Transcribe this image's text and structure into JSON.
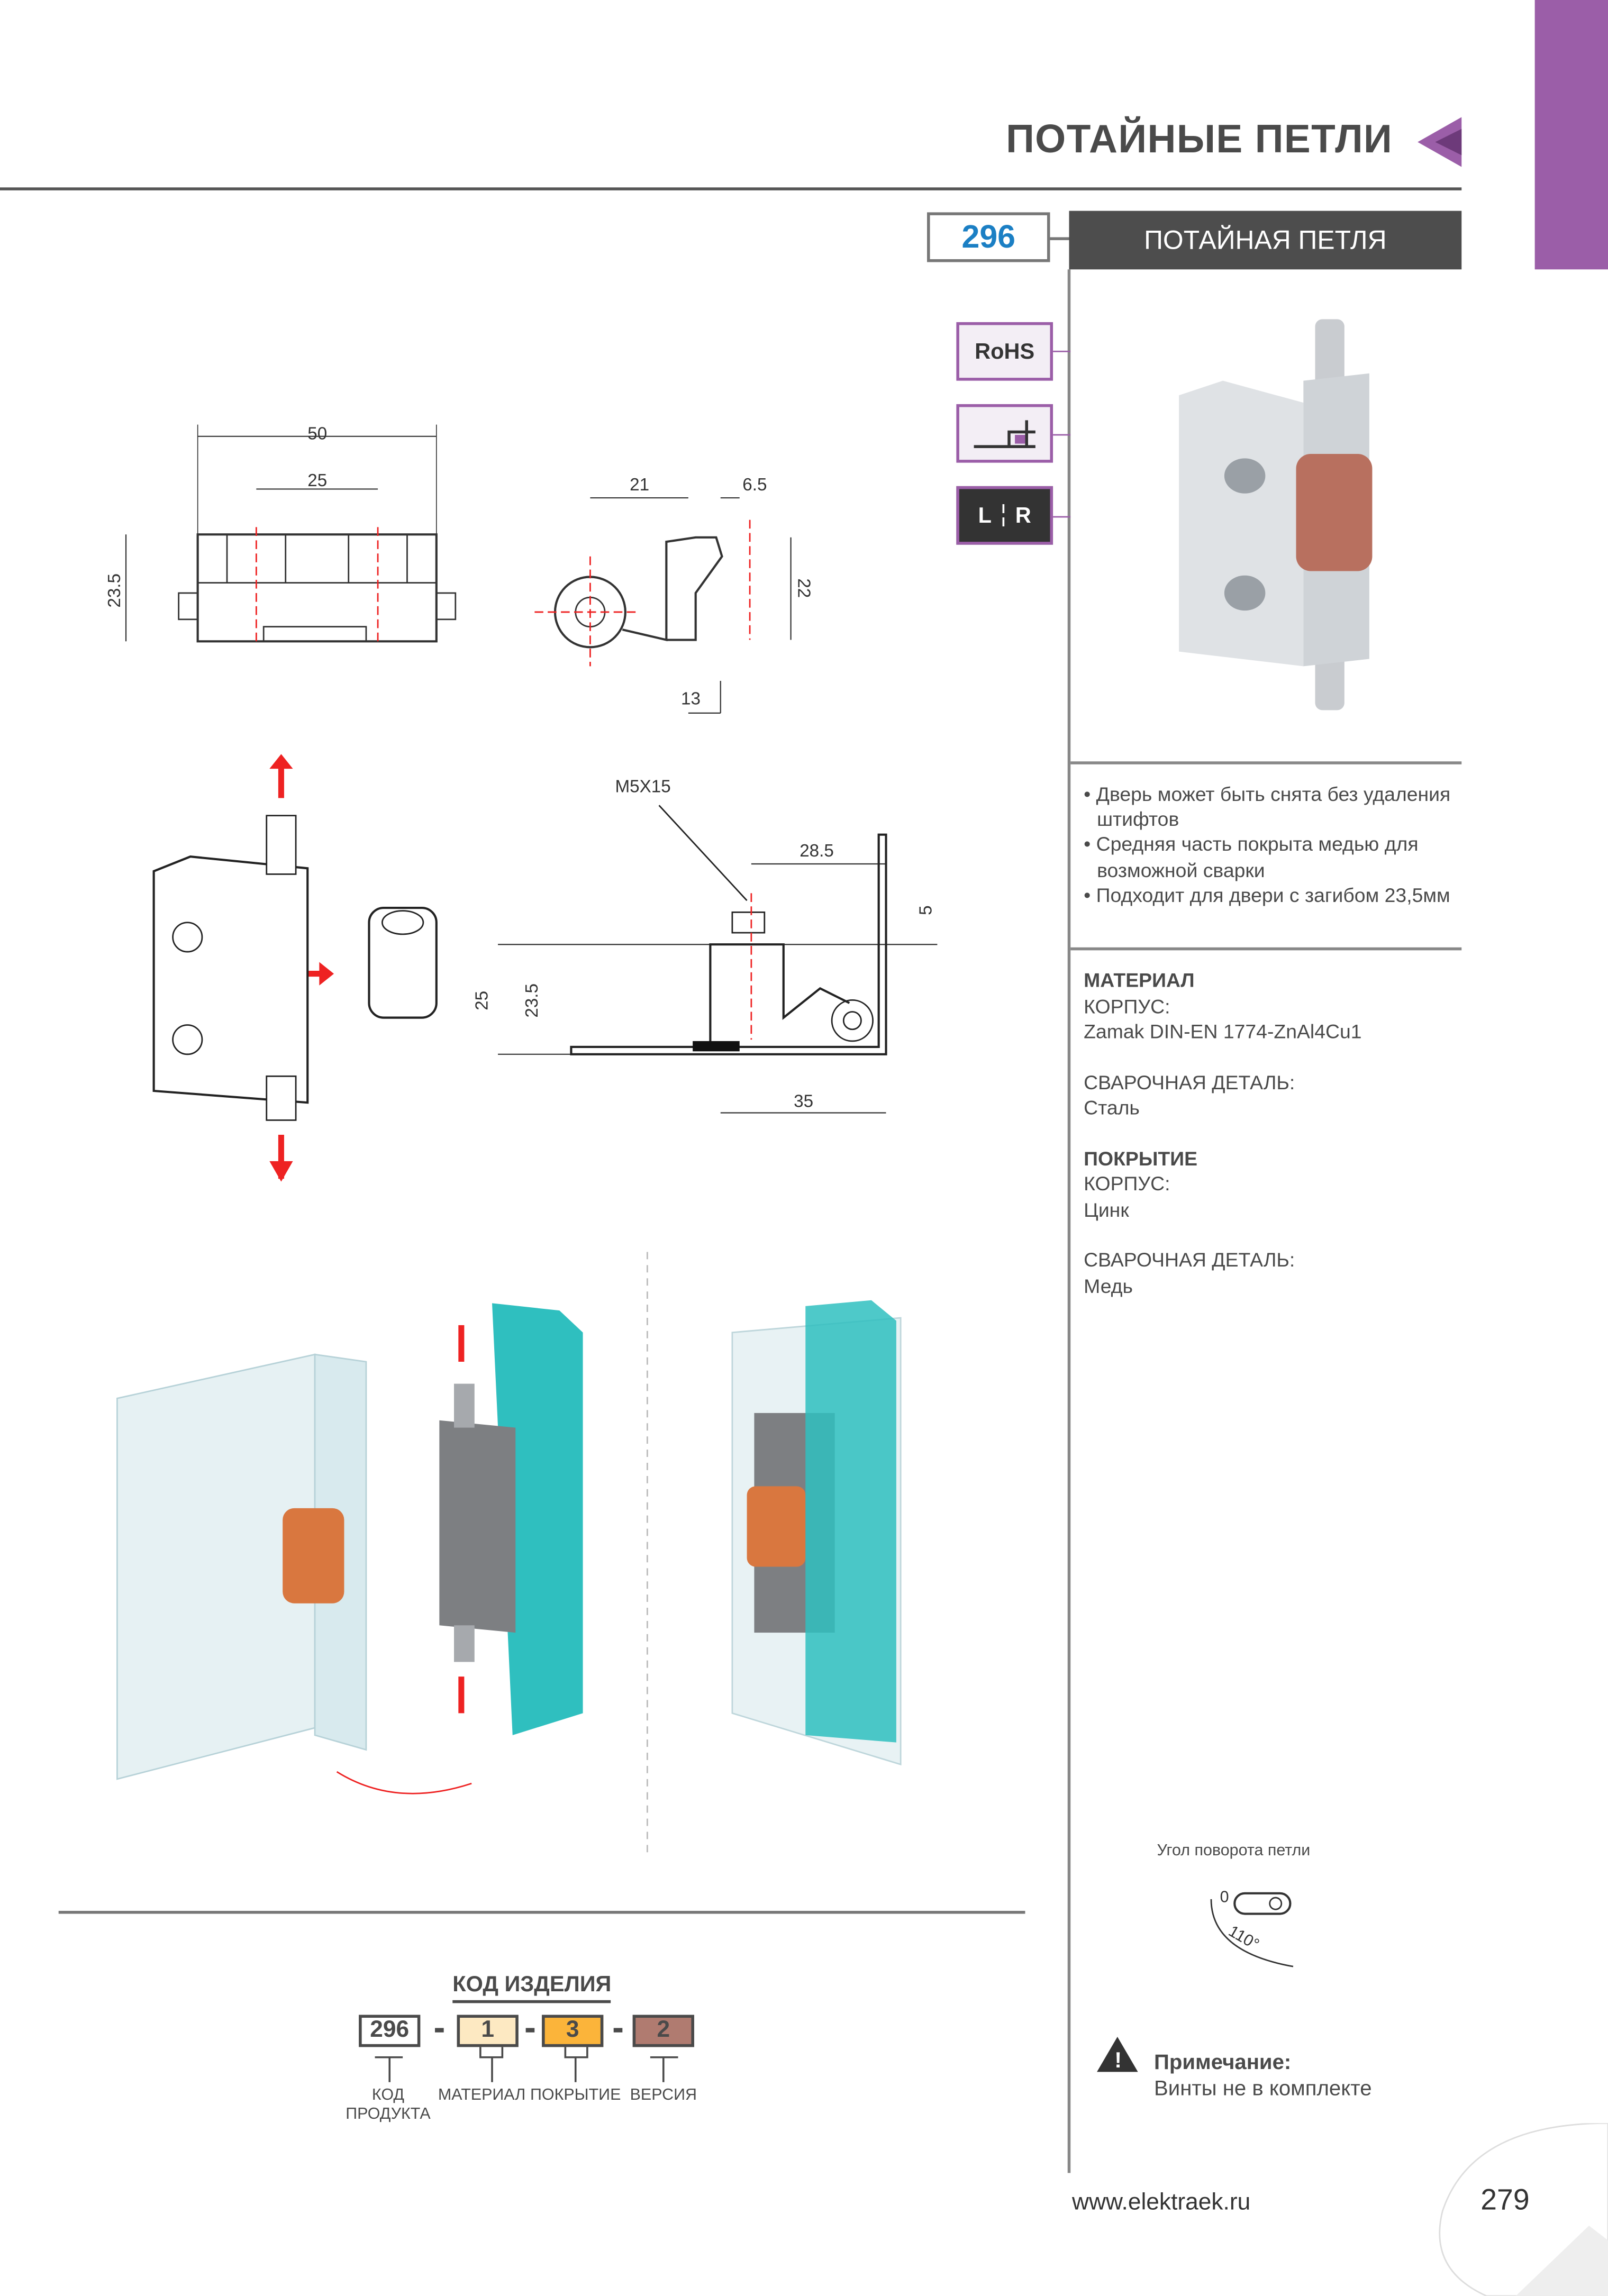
{
  "header": {
    "section_title": "ПОТАЙНЫЕ ПЕТЛИ",
    "accent_color": "#9b5ea8"
  },
  "product": {
    "code": "296",
    "name": "ПОТАЙНАЯ ПЕТЛЯ"
  },
  "badges": {
    "rohs": "RoHS",
    "lr_left": "L",
    "lr_right": "R"
  },
  "drawing": {
    "dims_front": [
      "50",
      "25",
      "23.5"
    ],
    "dims_side": [
      "21",
      "6.5",
      "22",
      "13"
    ],
    "dims_install": [
      "M5X15",
      "28.5",
      "5",
      "25",
      "23.5",
      "35"
    ]
  },
  "features": [
    "• Дверь может быть снята без удаления штифтов",
    "• Средняя часть покрыта медью для возможной сварки",
    "• Подходит для двери с загибом 23,5мм"
  ],
  "specs": {
    "material_heading": "МАТЕРИАЛ",
    "body_label": "КОРПУС:",
    "body_material": "Zamak DIN-EN 1774-ZnAl4Cu1",
    "weld_label": "СВАРОЧНАЯ ДЕТАЛЬ:",
    "weld_material": "Сталь",
    "coating_heading": "ПОКРЫТИЕ",
    "body_coating_label": "КОРПУС:",
    "body_coating": "Цинк",
    "weld_coating_label": "СВАРОЧНАЯ ДЕТАЛЬ:",
    "weld_coating": "Медь"
  },
  "rotation": {
    "caption": "Угол поворота петли",
    "zero": "0",
    "angle": "110°"
  },
  "note": {
    "title": "Примечание:",
    "text": "Винты не в комплекте"
  },
  "product_code": {
    "title": "КОД ИЗДЕЛИЯ",
    "parts": [
      {
        "value": "296",
        "label": "КОД ПРОДУКТА",
        "color": "#ffffff"
      },
      {
        "value": "1",
        "label": "МАТЕРИАЛ",
        "color": "#fde9c2"
      },
      {
        "value": "3",
        "label": "ПОКРЫТИЕ",
        "color": "#fbb43a"
      },
      {
        "value": "2",
        "label": "ВЕРСИЯ",
        "color": "#b07b70"
      }
    ],
    "separator": "-"
  },
  "footer": {
    "website": "www.elektraek.ru",
    "page": "279"
  }
}
